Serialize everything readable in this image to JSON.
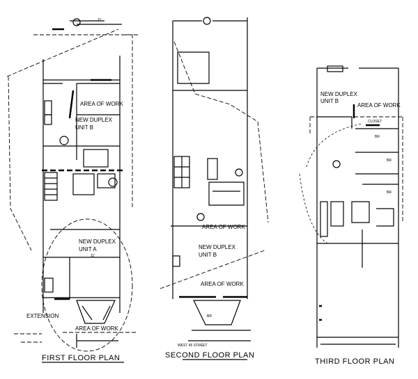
{
  "plans": [
    {
      "title": "FIRST FLOOR PLAN",
      "labels": {
        "area_top": "AREA OF WORK",
        "unit_b": "NEW DUPLEX",
        "unit_b2": "UNIT B",
        "unit_a": "NEW DUPLEX",
        "unit_a2": "UNIT A",
        "extension": "EXTENSION",
        "area_bottom": "AREA OF WORK",
        "dim_top": "11'",
        "dim_mid": "11'"
      }
    },
    {
      "title": "SECOND FLOOR PLAN",
      "labels": {
        "area_top": "AREA OF WORK",
        "unit": "NEW DUPLEX",
        "unit2": "UNIT B",
        "area_bottom": "AREA OF WORK",
        "street": "WEST 45 STREET",
        "br": "BR"
      }
    },
    {
      "title": "THIRD FLOOR PLAN",
      "labels": {
        "unit": "NEW DUPLEX",
        "unit2": "UNIT B",
        "area": "AREA OF WORK",
        "closet": "CLOSET",
        "br1": "BR",
        "br2": "BR",
        "br3": "BR"
      }
    }
  ]
}
